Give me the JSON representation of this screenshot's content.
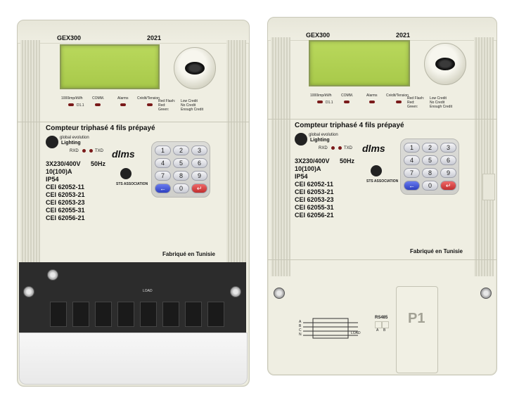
{
  "meters": [
    {
      "model": "GEX300",
      "year": "2021",
      "indicators": [
        "1000imp/kWh",
        "COMM.",
        "Alarms",
        "Crédit/Tension"
      ],
      "indicator_sub": "D1.1",
      "legend_states": [
        "Red Flash:",
        "Red:",
        "Green:"
      ],
      "legend_meanings": [
        "Low Credit",
        "No Credit",
        "Enough Credit"
      ],
      "title": "Compteur triphasé 4 fils prépayé",
      "brand_line1": "global evolution",
      "brand_line2": "Lighting",
      "rxd": "RXD",
      "txd": "TXD",
      "dlms": "dlms",
      "sts": "STS ASSOCIATION",
      "specs": [
        "3X230/400V",
        "10(100)A",
        "IP54",
        "CEI 62052-11",
        "CEI 62053-21",
        "CEI 62053-23",
        "CEI 62055-31",
        "CEI 62056-21"
      ],
      "freq": "50Hz",
      "keys": [
        "1",
        "2",
        "3",
        "4",
        "5",
        "6",
        "7",
        "8",
        "9",
        "←",
        "0",
        "↵"
      ],
      "made_in": "Fabriqué en Tunisie",
      "load": "LOAD"
    },
    {
      "model": "GEX300",
      "year": "2021",
      "indicators": [
        "1000imp/kWh",
        "COMM.",
        "Alarms",
        "Crédit/Tension"
      ],
      "indicator_sub": "D1.1",
      "legend_states": [
        "Red Flash:",
        "Red:",
        "Green:"
      ],
      "legend_meanings": [
        "Low Credit",
        "No Credit",
        "Enough Credit"
      ],
      "title": "Compteur triphasé 4 fils prépayé",
      "brand_line1": "global evolution",
      "brand_line2": "Lighting",
      "rxd": "RXD",
      "txd": "TXD",
      "dlms": "dlms",
      "sts": "STS ASSOCIATION",
      "specs": [
        "3X230/400V",
        "10(100)A",
        "IP54",
        "CEI 62052-11",
        "CEI 62053-21",
        "CEI 62053-23",
        "CEI 62055-31",
        "CEI 62056-21"
      ],
      "freq": "50Hz",
      "keys": [
        "1",
        "2",
        "3",
        "4",
        "5",
        "6",
        "7",
        "8",
        "9",
        "←",
        "0",
        "↵"
      ],
      "made_in": "Fabriqué en Tunisie",
      "load": "LOAD",
      "rs485": "RS485",
      "rs485_pins": [
        "A",
        "B"
      ],
      "wiring_phases": [
        "A",
        "B",
        "C",
        "N"
      ],
      "seal_label": "P1"
    }
  ]
}
